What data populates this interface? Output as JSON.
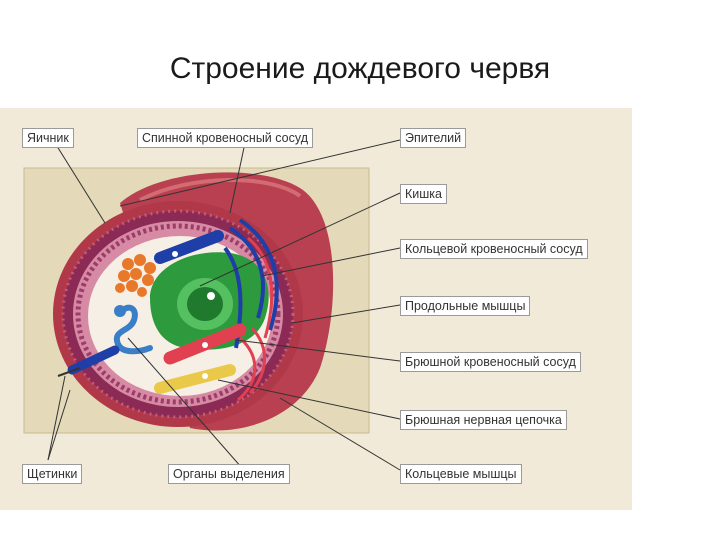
{
  "slide": {
    "title": "Строение дождевого червя"
  },
  "labels": {
    "ovary": "Яичник",
    "dorsal_vessel": "Спинной кровеносный сосуд",
    "epithelium": "Эпителий",
    "intestine": "Кишка",
    "ring_vessel": "Кольцевой кровеносный сосуд",
    "longitudinal_muscles": "Продольные мышцы",
    "ventral_vessel": "Брюшной кровеносный сосуд",
    "nerve_chain": "Брюшная нервная цепочка",
    "setae": "Щетинки",
    "excretory_organs": "Органы выделения",
    "ring_muscles": "Кольцевые мышцы"
  },
  "colors": {
    "background": "#f1ead8",
    "body_wall": "#b03848",
    "muscle_band": "#8a2a55",
    "intestine": "#2e9a3e",
    "vessel_blue": "#1f3fa8",
    "vessel_red": "#e04050",
    "ovary": "#e8782a",
    "nerve_chain": "#e9c84a"
  }
}
